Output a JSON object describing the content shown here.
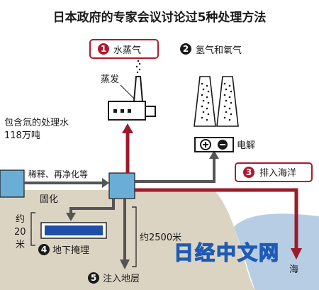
{
  "title": "日本政府的专家会议讨论过5种处理方法",
  "source_label": "包含氚的处理水",
  "source_amount": "118万吨",
  "dilute_label": "稀释、再净化等",
  "methods": [
    {
      "num": "1",
      "label": "水蒸气",
      "detail": "蒸发"
    },
    {
      "num": "2",
      "label": "氢气和氧气",
      "detail": "电解"
    },
    {
      "num": "3",
      "label": "排入海洋",
      "detail": "海"
    },
    {
      "num": "4",
      "label": "地下掩埋",
      "detail": "固化"
    },
    {
      "num": "5",
      "label": "注入地层",
      "detail": "约2500米"
    }
  ],
  "depth_label_1": "约",
  "depth_label_2": "20",
  "depth_label_3": "米",
  "watermark": "日经中文网",
  "colors": {
    "arrow_red": "#9c1b2a",
    "arrow_gray": "#555555",
    "water_box": "#6aaed6",
    "ground": "#dcd4c2",
    "sea": "#b7cde3",
    "badge": "#b0192e",
    "storage": "#1f4fa8"
  }
}
